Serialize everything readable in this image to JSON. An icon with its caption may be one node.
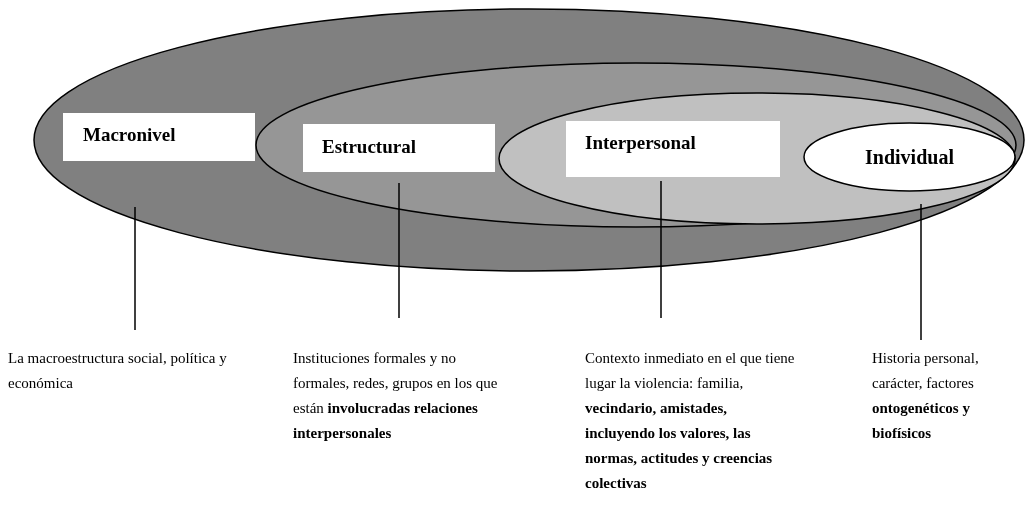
{
  "diagram": {
    "nodes": [
      {
        "text": [
          "Macronivel"
        ]
      },
      {
        "text": [
          "Estructural"
        ],
        "in": 0
      },
      {
        "text": [
          "Interpersonal"
        ],
        "in": 1
      },
      {
        "text": [
          "Individual"
        ],
        "in": 2
      },
      {
        "text": [
          "La macroestructura social, política y económica"
        ]
      },
      {
        "text": [
          "Instituciones formales y no formales, redes, grupos en los que están **involucradas relaciones interpersonales**"
        ]
      },
      {
        "text": [
          "Contexto inmediato en el que tiene lugar la violencia: familia, **vecindario, amistades, incluyendo los valores, las normas, actitudes y creencias colectivas**"
        ]
      },
      {
        "text": [
          "Historia personal, carácter, factores **ontogenéticos y biofísicos**"
        ]
      }
    ],
    "edges": [
      {
        "from": 4,
        "to": 0,
        "arrow": "none"
      },
      {
        "from": 5,
        "to": 1,
        "arrow": "none"
      },
      {
        "from": 6,
        "to": 2,
        "arrow": "none"
      },
      {
        "from": 7,
        "to": 3,
        "arrow": "none"
      }
    ]
  }
}
